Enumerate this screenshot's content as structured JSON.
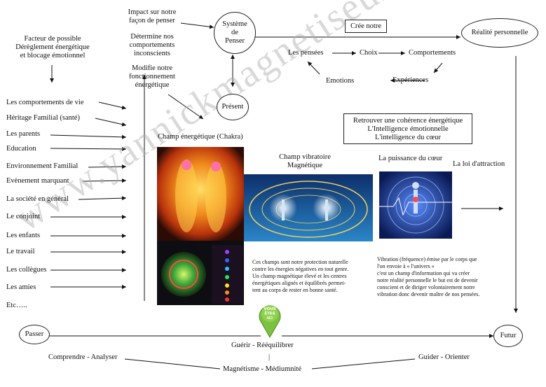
{
  "left_list": {
    "header_lines": [
      "Facteur de possible",
      "Dérèglement énergétique",
      "et blocage émotionnel"
    ],
    "items": [
      "Les comportements de vie",
      "Héritage Familial (santé)",
      "Les parents",
      "Education",
      "Environnement Familial",
      "Evènement marquant",
      "La société en général",
      "Le conjoint",
      "Les enfants",
      "Le travail",
      "Les collègues",
      "Les amies",
      "Etc….."
    ]
  },
  "impacts": {
    "impact_lines": [
      "Impact sur notre",
      "façon de penser"
    ],
    "determine_lines": [
      "Détermine nos",
      "comportements",
      "inconscients"
    ],
    "modifie_lines": [
      "Modifie notre",
      "fonctionnement",
      "énergétique"
    ]
  },
  "nodes": {
    "systeme_lines": [
      "Système",
      "de",
      "Penser"
    ],
    "present": "Présent",
    "passer": "Passer",
    "futur": "Futur",
    "realite": "Réalité personnelle"
  },
  "cycle": {
    "cree_notre": "Crée notre",
    "pensees": "Les pensées",
    "choix": "Choix",
    "comportements": "Comportements",
    "experiences": "Expériences",
    "emotions": "Emotions"
  },
  "coherence_lines": [
    "Retrouver une cohérence énergétique",
    "L'Intelligence émotionnelle",
    "L'intelligence du cœur"
  ],
  "sections": {
    "chakra": "Champ énergétique (Chakra)",
    "vibratoire_lines": [
      "Champ vibratoire",
      "Magnétique"
    ],
    "coeur": "La puissance du cœur",
    "attraction": "La loi d'attraction"
  },
  "paragraphs": {
    "protection": [
      "Ces champs sont notre protection naturelle",
      "contre les énergies négatives en tout genre.",
      "Un champ magnétique élevé et les centres",
      "énergétiques alignés et équilibrés permet-",
      "tent au corps de rester en bonne santé."
    ],
    "vibration": [
      "Vibration (fréquence) émise par le corps que",
      "l'on envoie à « l'univers »",
      "c'est un champ d'information  qui va créer",
      "notre réalité personnelle le but est de devenir",
      "conscient et de diriger volontairement notre",
      "vibration donc devenir maître de nos pensées."
    ]
  },
  "pin_badge_lines": [
    "VOUS",
    "ÊTES",
    "ICI"
  ],
  "bottom": {
    "guerir": "Guérir -  Rééquilibrer",
    "divider": "|",
    "comprendre": "Comprendre -  Analyser",
    "guider": "Guider -  Orienter",
    "magnetisme": "Magnétisme  -  Médiumnité"
  },
  "watermark": "www.yannickmagnetiseur.com",
  "colors": {
    "pin_green": "#7cc242",
    "aura_orange": "#f08a1c",
    "field_blue": "#2a86c8",
    "heart_blue": "#1a3a9a"
  }
}
